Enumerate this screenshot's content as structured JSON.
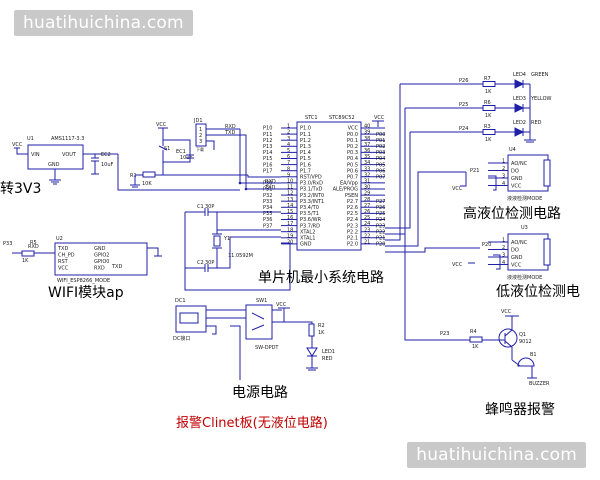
{
  "watermark": "huatihuichina.com",
  "captions": {
    "mcu": "单片机最小系统电路",
    "power": "电源电路",
    "wifi": "WIFI模块ap",
    "conv": "转3V3",
    "high": "高液位检测电路",
    "low": "低液位检测电",
    "buzz": "蜂鸣器报警",
    "board": "报警Clinet板(无液位电路)"
  },
  "mcu": {
    "ref": "STC1",
    "part": "STC89C52",
    "left_pins": [
      "P1.0",
      "P1.1",
      "P1.2",
      "P1.3",
      "P1.4",
      "P1.5",
      "P1.6",
      "P1.7",
      "RST/VPD",
      "P3.0/RxD",
      "P3.1/TxD",
      "P3.2/INT0",
      "P3.3/INT1",
      "P3.4/T0",
      "P3.5/T1",
      "P3.6/WR",
      "P3.7/RD",
      "XTAL2",
      "XTAL1",
      "GND"
    ],
    "right_pins": [
      "VCC",
      "P0.0",
      "P0.1",
      "P0.2",
      "P0.3",
      "P0.4",
      "P0.5",
      "P0.6",
      "P0.7",
      "EA/Vpp",
      "ALE/PROG",
      "PSEN",
      "P2.7",
      "P2.6",
      "P2.5",
      "P2.4",
      "P2.3",
      "P2.2",
      "P2.1",
      "P2.0"
    ],
    "left_nums": [
      "1",
      "2",
      "3",
      "4",
      "5",
      "6",
      "7",
      "8",
      "9",
      "10",
      "11",
      "12",
      "13",
      "14",
      "15",
      "16",
      "17",
      "18",
      "19",
      "20"
    ],
    "right_nums": [
      "40",
      "39",
      "38",
      "37",
      "36",
      "35",
      "34",
      "33",
      "32",
      "31",
      "30",
      "29",
      "28",
      "27",
      "26",
      "25",
      "24",
      "23",
      "22",
      "21"
    ],
    "left_nets": [
      "P10",
      "P11",
      "P12",
      "P13",
      "P14",
      "P15",
      "P16",
      "P17",
      "",
      "P30",
      "P31",
      "P32",
      "P33",
      "P34",
      "P35",
      "P36",
      "P37",
      "",
      "",
      ""
    ],
    "right_nets": [
      "",
      "P00",
      "P01",
      "P02",
      "P03",
      "P04",
      "P05",
      "P06",
      "P07",
      "",
      "",
      "",
      "P27",
      "P26",
      "P25",
      "P24",
      "P23",
      "P22",
      "P21",
      "P20"
    ],
    "vcc": "VCC",
    "rxd": "RXD",
    "txd": "TXD"
  },
  "reg": {
    "ref": "U1",
    "part": "AMS1117-3.3",
    "vin": "VIN",
    "vout": "VOUT",
    "gnd": "GND",
    "ec2": "EC2",
    "ec2v": "10uF",
    "vcc": "VCC"
  },
  "jd1": {
    "ref": "JD1",
    "pins": [
      "1",
      "2",
      "3"
    ],
    "rxd": "RXD",
    "txd": "TXD",
    "label": "下载"
  },
  "reset": {
    "s": "S1",
    "ec1": "EC1",
    "ec1v": "10uF",
    "r": "R1",
    "rv": "10K",
    "vcc": "VCC"
  },
  "xtal": {
    "c1": "C1",
    "c1v": "30P",
    "c2": "C2",
    "c2v": "30P",
    "y": "Y1",
    "yv": "11.0592M"
  },
  "wifi": {
    "ref": "U2",
    "part": "WIFI_ESP8266_MODE",
    "left": [
      "TXD",
      "CH_PD",
      "RST",
      "VCC"
    ],
    "right": [
      "GND",
      "GPIO2",
      "GPIO0",
      "RXD"
    ],
    "r": "R5",
    "rv": "1K",
    "net": "P33",
    "rxd": "RXD",
    "txd": "TXD"
  },
  "leds": {
    "items": [
      {
        "net": "P26",
        "r": "R7",
        "rv": "1K",
        "led": "LED4",
        "color": "GREEN"
      },
      {
        "net": "P25",
        "r": "R6",
        "rv": "1K",
        "led": "LED3",
        "color": "YELLOW"
      },
      {
        "net": "P24",
        "r": "R3",
        "rv": "1K",
        "led": "LED2",
        "color": "RED"
      }
    ]
  },
  "sensors": {
    "u4": {
      "ref": "U4",
      "net": "P21",
      "pins": [
        "AO/NC",
        "DO",
        "GND",
        "VCC"
      ],
      "nums": [
        "1",
        "2",
        "3",
        "4"
      ],
      "label": "液液检测MODE",
      "vcc": "VCC"
    },
    "u3": {
      "ref": "U3",
      "net": "P20",
      "pins": [
        "AO/NC",
        "DO",
        "GND",
        "VCC"
      ],
      "nums": [
        "1",
        "2",
        "3",
        "4"
      ],
      "label": "液液检测MODE",
      "vcc": "VCC"
    }
  },
  "power": {
    "dc": "DC1",
    "dcl": "DC接口",
    "sw": "SW1",
    "swl": "SW-DPDT",
    "r": "R2",
    "rv": "1K",
    "led": "LED1",
    "ledc": "RED",
    "vcc": "VCC"
  },
  "buzzer": {
    "net": "P23",
    "r": "R4",
    "rv": "1K",
    "q": "Q1",
    "qv": "9012",
    "b": "B1",
    "bl": "BUZZER",
    "vcc": "VCC"
  }
}
